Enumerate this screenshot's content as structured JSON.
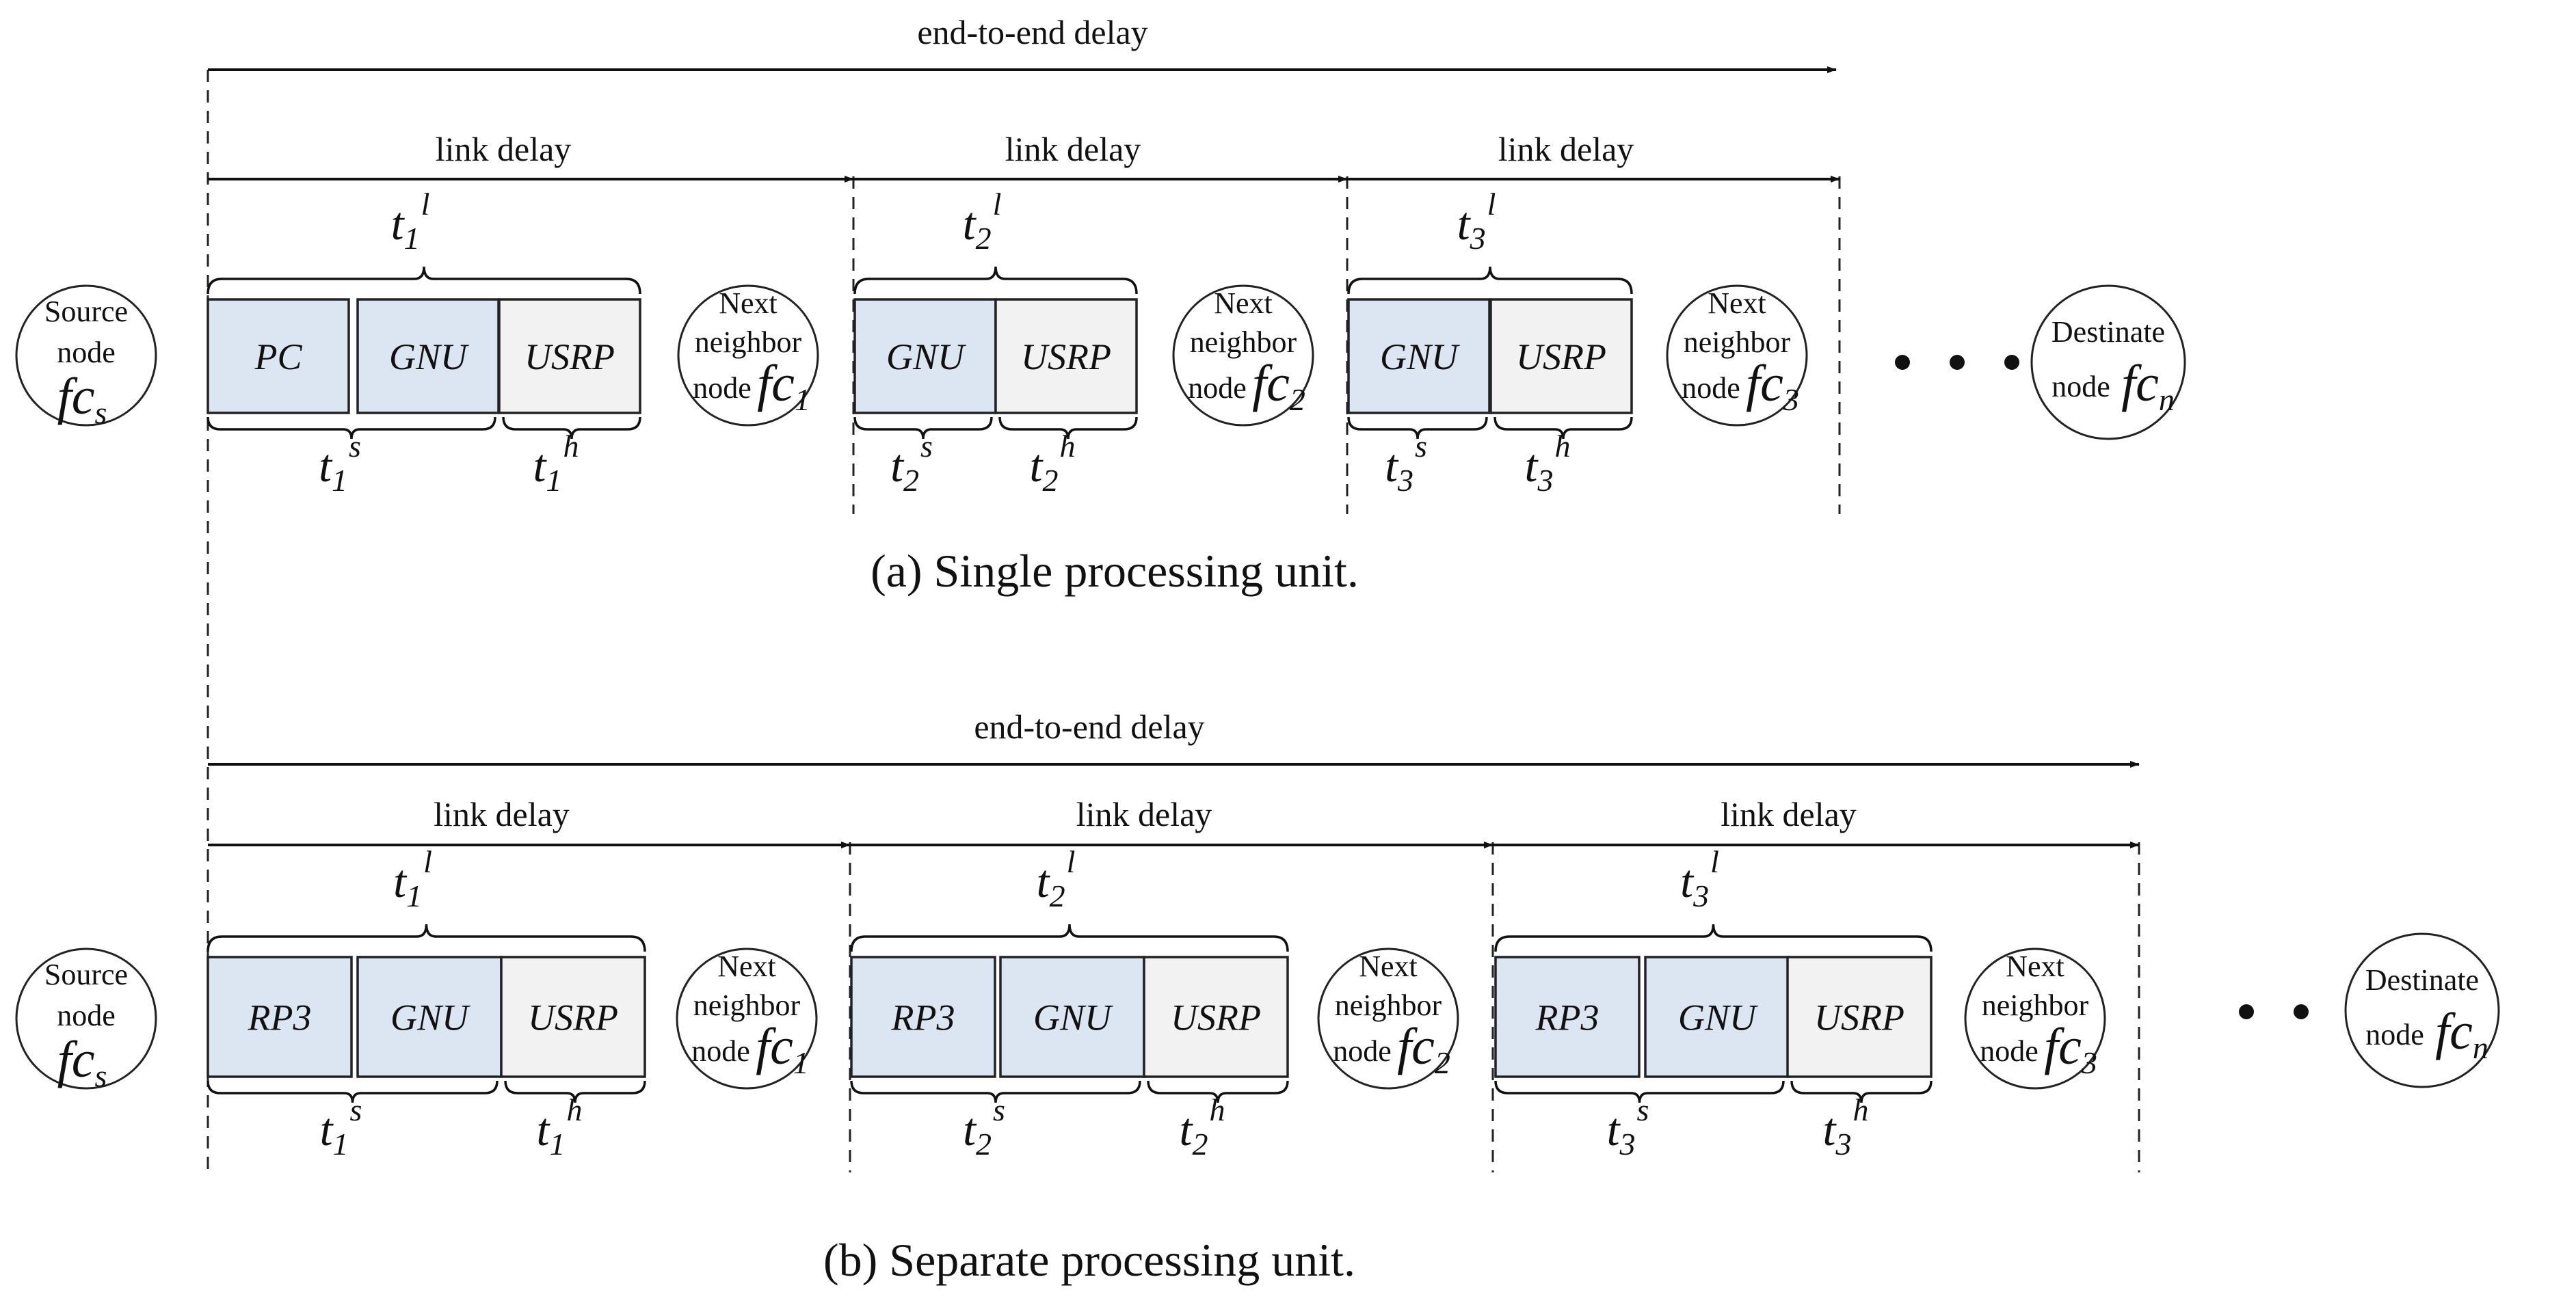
{
  "labels": {
    "end_to_end_delay": "end-to-end delay",
    "link_delay": "link delay",
    "source_node": [
      "Source",
      "node"
    ],
    "next_neighbor": [
      "Next",
      "neighbor",
      "node"
    ],
    "destinate": [
      "Destinate",
      "node"
    ],
    "fc": "fc",
    "sub_s": "s",
    "sub_n": "n",
    "ellipsis": "• • •"
  },
  "panel_a": {
    "caption": "(a)  Single processing unit.",
    "links": [
      {
        "index": "1",
        "boxes": [
          {
            "label": "PC",
            "kind": "soft"
          },
          {
            "label": "GNU",
            "kind": "soft"
          },
          {
            "label": "USRP",
            "kind": "hard"
          }
        ]
      },
      {
        "index": "2",
        "boxes": [
          {
            "label": "GNU",
            "kind": "soft"
          },
          {
            "label": "USRP",
            "kind": "hard"
          }
        ]
      },
      {
        "index": "3",
        "boxes": [
          {
            "label": "GNU",
            "kind": "soft"
          },
          {
            "label": "USRP",
            "kind": "hard"
          }
        ]
      }
    ]
  },
  "panel_b": {
    "caption": "(b) Separate processing unit.",
    "links": [
      {
        "index": "1",
        "boxes": [
          {
            "label": "RP3",
            "kind": "soft"
          },
          {
            "label": "GNU",
            "kind": "soft"
          },
          {
            "label": "USRP",
            "kind": "hard"
          }
        ]
      },
      {
        "index": "2",
        "boxes": [
          {
            "label": "RP3",
            "kind": "soft"
          },
          {
            "label": "GNU",
            "kind": "soft"
          },
          {
            "label": "USRP",
            "kind": "hard"
          }
        ]
      },
      {
        "index": "3",
        "boxes": [
          {
            "label": "RP3",
            "kind": "soft"
          },
          {
            "label": "GNU",
            "kind": "soft"
          },
          {
            "label": "USRP",
            "kind": "hard"
          }
        ]
      }
    ]
  },
  "time_symbols": {
    "t": "t",
    "sup_l": "l",
    "sup_s": "s",
    "sup_h": "h"
  },
  "colors": {
    "soft_box": "#dce6f2",
    "hard_box": "#f2f2f2",
    "line": "#111111"
  }
}
